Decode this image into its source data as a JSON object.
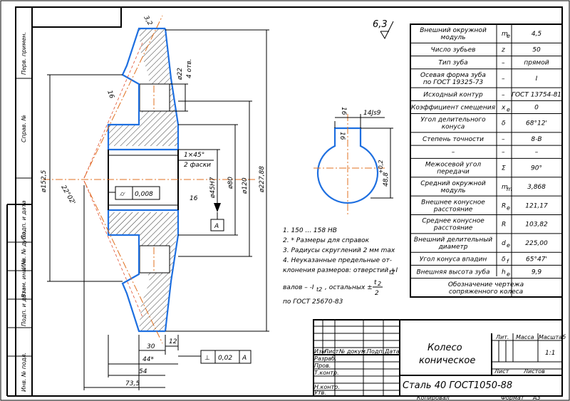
{
  "drawing": {
    "roughness": "6,3",
    "dims": {
      "d1525": "ø152,5",
      "d120": "ø120",
      "d2278": "ø227,88",
      "d80": "ø80",
      "d45": "ø45H7",
      "d22": "ø22",
      "holes": "4 отв.",
      "slot": "14Js9",
      "depth": "48,8",
      "depth_tol": "+0,2",
      "chamfer": "1×45°",
      "chamfer2": "2 фаски",
      "angle1": "16",
      "angle2": "16",
      "angle3": "16",
      "angle4": "16",
      "r1": "3,2",
      "cone": "22°02'",
      "l30": "30",
      "l12": "12",
      "l44": "44*",
      "l54": "54",
      "l735": "73,5"
    },
    "gdt1": {
      "value": "0,008"
    },
    "gdt2": {
      "value": "0,02",
      "datum": "A"
    },
    "datum_label": "A"
  },
  "notes": [
    "1. 150 ... 158 HB",
    "2. * Размеры для справок",
    "3. Радиусы скруглений 2 мм max",
    "4. Неуказанные предельные от-",
    "клонения размеров: отверстий +I",
    "валов – -I",
    ", остальных ±",
    "по ГОСТ 25670-83"
  ],
  "notes_frac": {
    "num": "t",
    "num_sub": "2",
    "den": "2",
    "sub1": "t2",
    "sub2": "t2"
  },
  "params": [
    {
      "label": "Внешний окружной модуль",
      "sym": "m",
      "sub": "e",
      "val": "4,5"
    },
    {
      "label": "Число зубьев",
      "sym": "z",
      "sub": "",
      "val": "50"
    },
    {
      "label": "Тип зуба",
      "sym": "–",
      "sub": "",
      "val": "прямой"
    },
    {
      "label": "Осевая форма зуба по ГОСТ 19325-73",
      "sym": "–",
      "sub": "",
      "val": "I"
    },
    {
      "label": "Исходный контур",
      "sym": "–",
      "sub": "",
      "val": "ГОСТ 13754-81"
    },
    {
      "label": "Коэффициент смещения",
      "sym": "x",
      "sub": "e",
      "val": "0"
    },
    {
      "label": "Угол делительного конуса",
      "sym": "δ",
      "sub": "",
      "val": "68°12'"
    },
    {
      "label": "Степень точности",
      "sym": "–",
      "sub": "",
      "val": "8-В"
    },
    {
      "label": "–",
      "sym": "–",
      "sub": "",
      "val": "–"
    },
    {
      "label": "Межосевой угол передачи",
      "sym": "Σ",
      "sub": "",
      "val": "90°"
    },
    {
      "label": "Средний окружной модуль",
      "sym": "m",
      "sub": "m",
      "val": "3,868"
    },
    {
      "label": "Внешнее конусное расстояние",
      "sym": "R",
      "sub": "e",
      "val": "121,17"
    },
    {
      "label": "Среднее конусное расстояние",
      "sym": "R",
      "sub": "",
      "val": "103,82"
    },
    {
      "label": "Внешний делительный диаметр",
      "sym": "d",
      "sub": "e",
      "val": "225,00"
    },
    {
      "label": "Угол конуса впадин",
      "sym": "δ",
      "sub": "f",
      "val": "65°47'"
    },
    {
      "label": "Внешняя высота зуба",
      "sym": "h",
      "sub": "e",
      "val": "9,9"
    },
    {
      "label": "Обозначение чертежа сопряженного колеса",
      "sym": "",
      "sub": "",
      "val": ""
    }
  ],
  "title_block": {
    "name1": "Колесо",
    "name2": "коническое",
    "material": "Сталь 40 ГОСТ1050-88",
    "h_lit": "Лит.",
    "h_mass": "Масса",
    "h_scale": "Масштаб",
    "scale": "1:1",
    "sheet": "Лист",
    "sheets": "Листов",
    "rows": [
      "Изм",
      "Лист",
      "№ докум.",
      "Подп.",
      "Дата"
    ],
    "roles": [
      "Разраб.",
      "Пров.",
      "Т.контр.",
      "",
      "Н.контр.",
      "Утв."
    ],
    "copied": "Копировал",
    "format": "Формат",
    "format_val": "А3"
  },
  "side_strip": [
    "Перв. примен.",
    "Справ. №",
    "Подп. и дата",
    "Инв. № дубл.",
    "Взам. инв. №",
    "Подп. и дата",
    "Инв. № подл."
  ]
}
